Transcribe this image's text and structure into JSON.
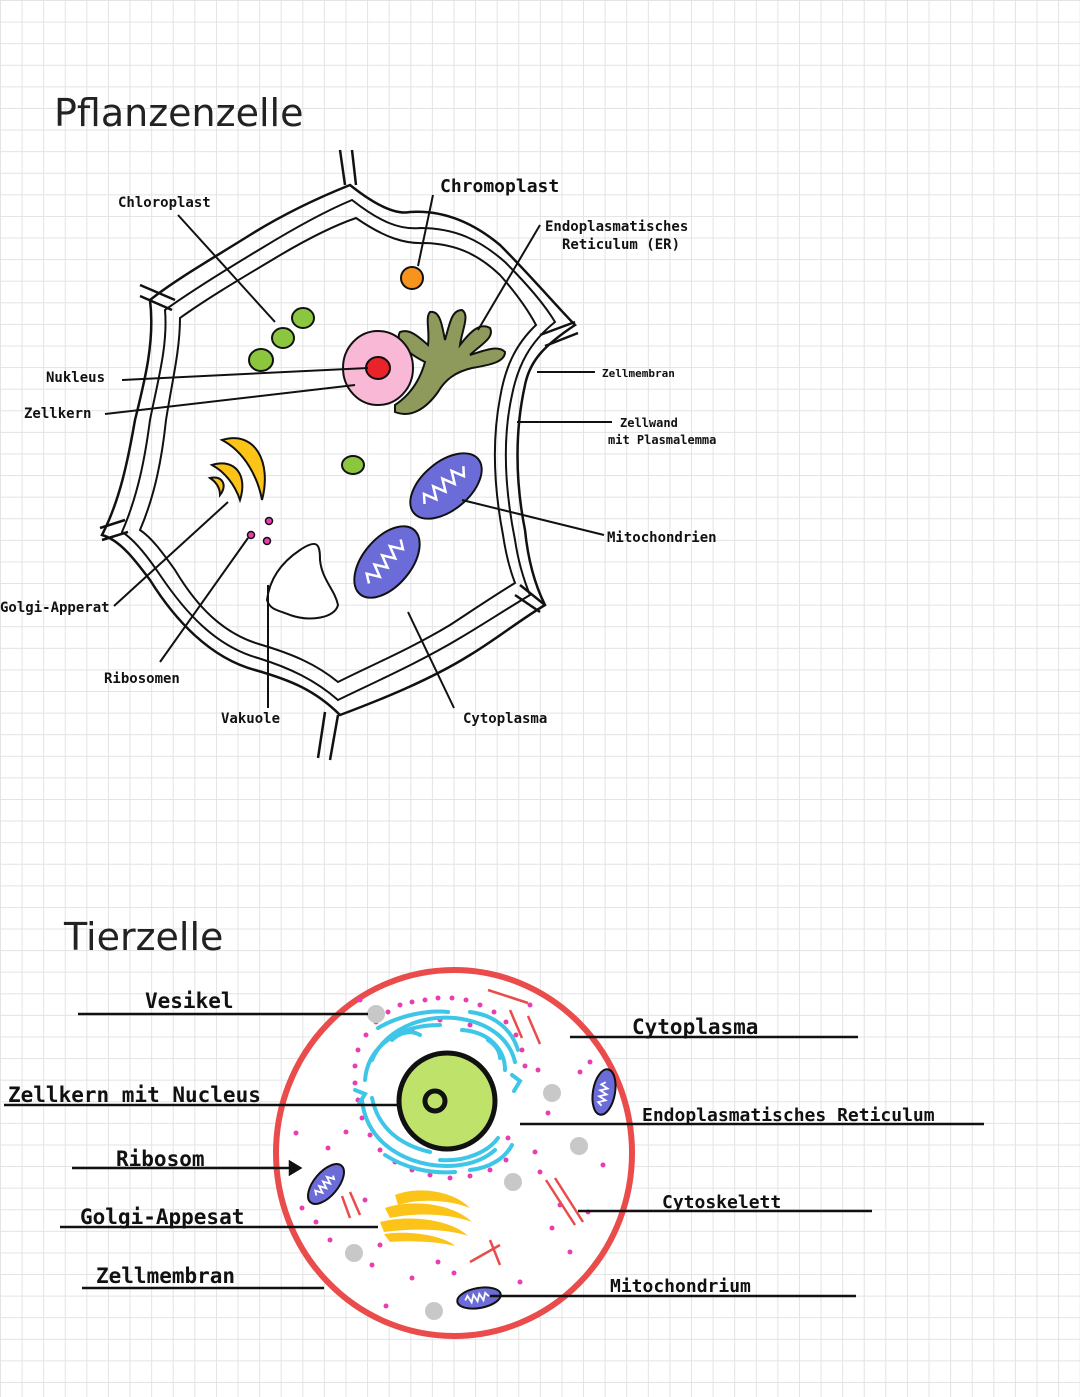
{
  "plant": {
    "title": "Pflanzenzelle",
    "labels": {
      "chloroplast": "Chloroplast",
      "chromoplast": "Chromoplast",
      "er_line1": "Endoplasmatisches",
      "er_line2": "Reticulum (ER)",
      "nukleus": "Nukleus",
      "zellkern": "Zellkern",
      "zellmembran": "Zellmembran",
      "zellwand_line1": "Zellwand",
      "zellwand_line2": "mit Plasmalemma",
      "mitochondrien": "Mitochondrien",
      "golgi": "Golgi-Apperat",
      "ribosomen": "Ribosomen",
      "vakuole": "Vakuole",
      "cytoplasma": "Cytoplasma"
    }
  },
  "animal": {
    "title": "Tierzelle",
    "labels": {
      "vesikel": "Vesikel",
      "zellkern": "Zellkern mit Nucleus",
      "ribosom": "Ribosom",
      "golgi": "Golgi-Appesat",
      "zellmembran": "Zellmembran",
      "cytoplasma": "Cytoplasma",
      "er": "Endoplasmatisches  Reticulum",
      "cytoskelett": "Cytoskelett",
      "mitochondrium": "Mitochondrium"
    }
  },
  "colors": {
    "chloroplast": "#8cc63f",
    "chromoplast": "#f7941d",
    "nucleus_outer": "#f9b8d6",
    "nucleolus": "#e8232a",
    "er_plant": "#8d9a5b",
    "golgi": "#fcc419",
    "mitochondria": "#6c6cd8",
    "cell_membrane_animal": "#ea4c4c",
    "er_animal": "#3ec6e8",
    "nucleus_animal": "#bfe36a",
    "ribosome": "#e83fb0",
    "vesicle": "#c8c8c8"
  }
}
